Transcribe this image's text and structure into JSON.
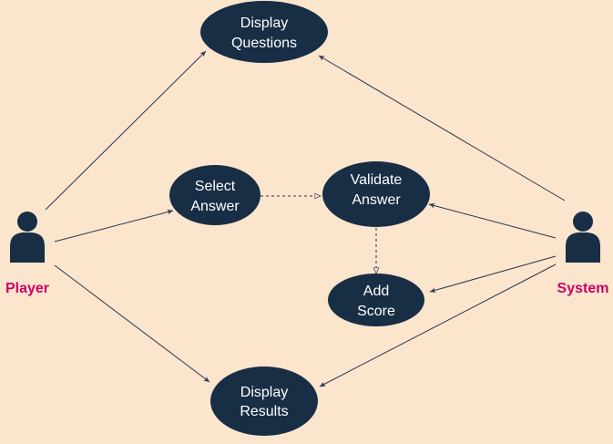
{
  "colors": {
    "background": "#fce5cd",
    "node_fill": "#182e45",
    "node_text": "#ffffff",
    "edge": "#27384d",
    "actor_label": "#cc0066"
  },
  "actors": [
    {
      "id": "player",
      "label": "Player",
      "icon": "person-icon"
    },
    {
      "id": "system",
      "label": "System",
      "icon": "person-icon"
    }
  ],
  "use_cases": [
    {
      "id": "display-questions",
      "lines": [
        "Display",
        "Questions"
      ]
    },
    {
      "id": "select-answer",
      "lines": [
        "Select",
        "Answer"
      ]
    },
    {
      "id": "validate-answer",
      "lines": [
        "Validate",
        "Answer"
      ]
    },
    {
      "id": "add-score",
      "lines": [
        "Add",
        "Score"
      ]
    },
    {
      "id": "display-results",
      "lines": [
        "Display",
        "Results"
      ]
    }
  ],
  "associations": [
    {
      "from": "player",
      "to": "display-questions",
      "style": "solid"
    },
    {
      "from": "player",
      "to": "select-answer",
      "style": "solid"
    },
    {
      "from": "player",
      "to": "display-results",
      "style": "solid"
    },
    {
      "from": "system",
      "to": "display-questions",
      "style": "solid"
    },
    {
      "from": "system",
      "to": "validate-answer",
      "style": "solid"
    },
    {
      "from": "system",
      "to": "add-score",
      "style": "solid"
    },
    {
      "from": "system",
      "to": "display-results",
      "style": "solid"
    },
    {
      "from": "select-answer",
      "to": "validate-answer",
      "style": "dashed"
    },
    {
      "from": "validate-answer",
      "to": "add-score",
      "style": "dashed"
    }
  ]
}
